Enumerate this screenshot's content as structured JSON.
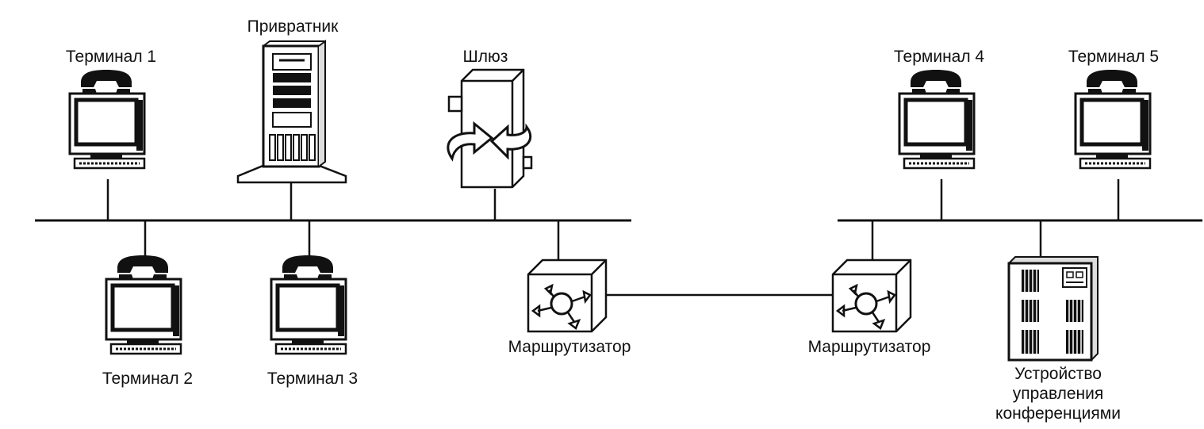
{
  "labels": {
    "terminal_1": "Терминал 1",
    "terminal_2": "Терминал 2",
    "terminal_3": "Терминал 3",
    "terminal_4": "Терминал 4",
    "terminal_5": "Терминал 5",
    "gatekeeper": "Привратник",
    "gateway": "Шлюз",
    "router_left": "Маршрутизатор",
    "router_right": "Маршрутизатор",
    "mcu_line1": "Устройство",
    "mcu_line2": "управления",
    "mcu_line3": "конференциями"
  },
  "icons": {
    "terminal": "phone-terminal-icon",
    "gatekeeper": "server-tower-icon",
    "gateway": "gateway-icon",
    "router": "router-icon",
    "mcu": "conference-unit-icon"
  },
  "colors": {
    "line": "#111111",
    "background": "#ffffff"
  }
}
